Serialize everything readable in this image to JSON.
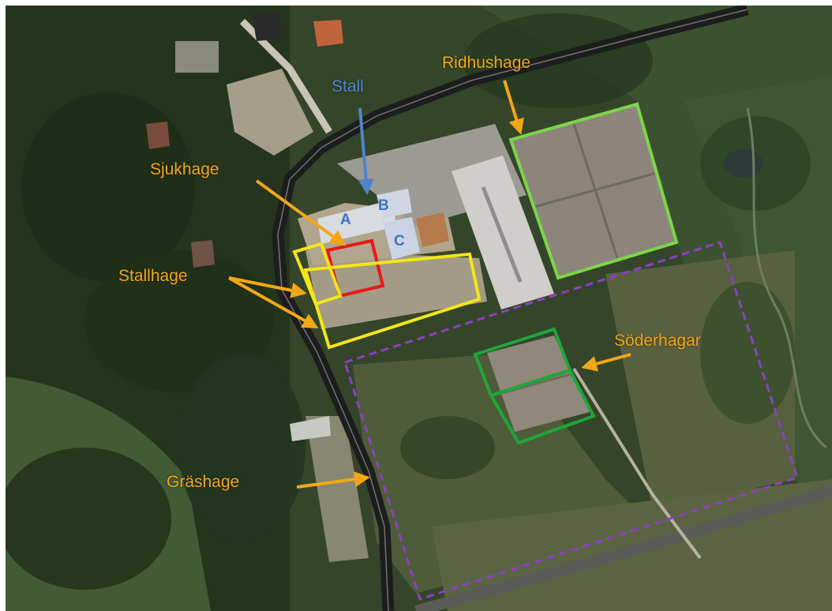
{
  "labels": {
    "stall": "Stall",
    "ridhushage": "Ridhushage",
    "sjukhage": "Sjukhage",
    "stallhage": "Stallhage",
    "soderhagar": "Söderhagar",
    "grashage": "Gräshage"
  },
  "building_letters": {
    "a": "A",
    "b": "B",
    "c": "C"
  },
  "colors": {
    "label_orange": "#f2a719",
    "stall_blue": "#4f84c9",
    "letter_blue": "#3f73c2",
    "ridhushage_outline": "#7cd54a",
    "sjukhage_outline": "#e8181a",
    "stallhage_outline": "#f4e518",
    "soderhagar_outline": "#1fa53a",
    "grashage_outline": "#8d3fc2"
  }
}
